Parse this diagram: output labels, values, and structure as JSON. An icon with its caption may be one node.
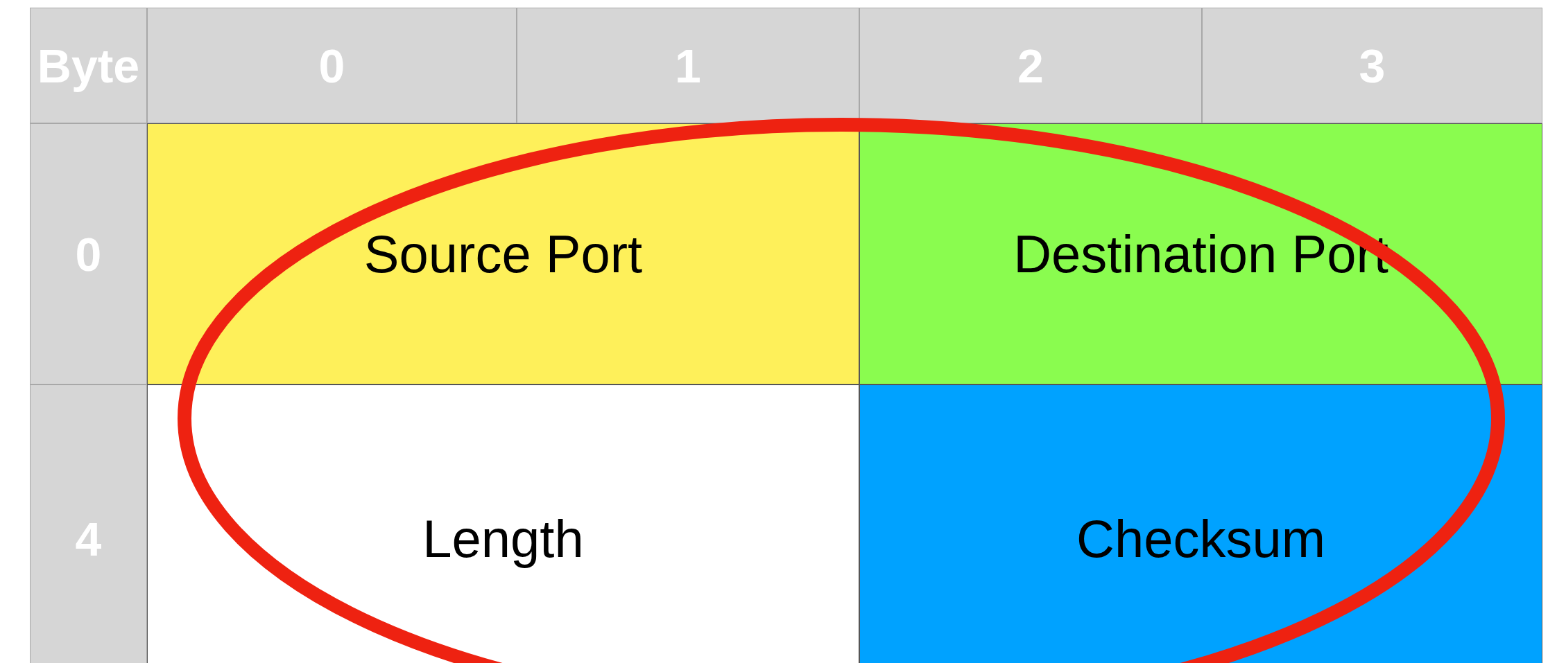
{
  "diagram": {
    "labels": [
      "Byte",
      "0",
      "1",
      "2",
      "3",
      "0",
      "Source Port",
      "Destination Port",
      "4",
      "Length",
      "Checksum"
    ]
  }
}
